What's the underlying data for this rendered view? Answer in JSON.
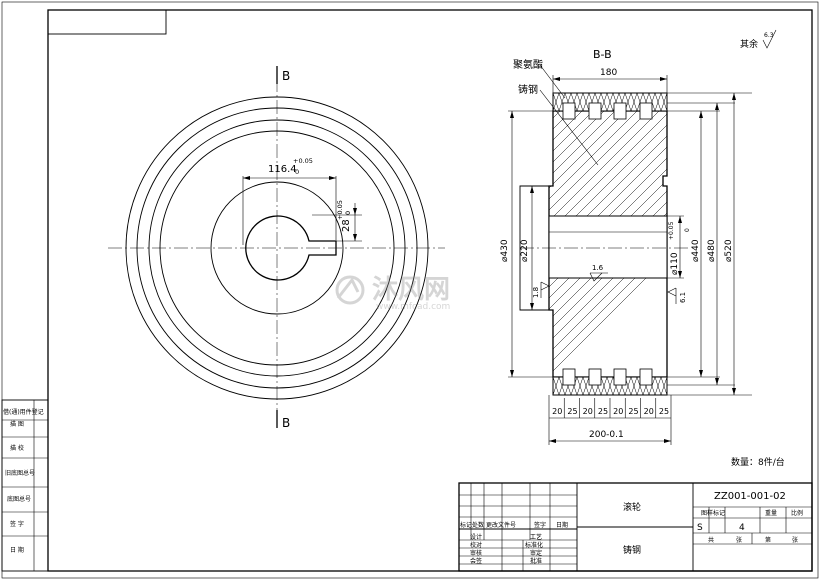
{
  "section_label": "B-B",
  "cut_mark": "B",
  "roughness_note": {
    "text": "其余",
    "value": "6.3"
  },
  "front_view": {
    "keyway_width": {
      "value": "116.4",
      "tol_upper": "+0.05",
      "tol_lower": "0"
    },
    "keyway_depth": {
      "value": "28",
      "tol_upper": "+0.05",
      "tol_lower": "0"
    }
  },
  "section_view": {
    "callout_rubber": "聚氨酯",
    "callout_steel": "铸钢",
    "dim_top_width": "180",
    "dim_bottom_width": "200-0.1",
    "groove_widths": [
      "20",
      "25",
      "20",
      "25",
      "20",
      "25",
      "20",
      "25"
    ],
    "dims_left": [
      "⌀430",
      "⌀220"
    ],
    "dims_right": [
      "⌀110",
      "⌀440",
      "⌀480",
      "⌀520"
    ],
    "bore_tol": {
      "upper": "+0.05",
      "lower": "0"
    },
    "roughness_marks": [
      "1.6",
      "1.8",
      "6.1"
    ]
  },
  "quantity_note": "数量：8件/台",
  "watermark": {
    "brand": "沐风网",
    "url": "www.mfcad.com"
  },
  "side_table": {
    "rows": [
      "借(通)用件登记",
      "描 图",
      "描 校",
      "旧底图总号",
      "底图总号",
      "签 字",
      "日 期"
    ]
  },
  "title_block": {
    "drawing_number": "ZZ001-001-02",
    "part_name": "滚轮",
    "material": "铸钢",
    "header_labels": [
      "图样标记",
      "重量",
      "比例"
    ],
    "stage_mark": "S",
    "quantity": "4",
    "sheet_labels": [
      "共",
      "张",
      "第",
      "张"
    ],
    "revision_headers": [
      "标记",
      "处数",
      "更改文件号",
      "签字",
      "日期"
    ],
    "sign_labels": [
      "设计",
      "校对",
      "审核",
      "工艺",
      "标准化",
      "会签",
      "审定",
      "批准"
    ]
  }
}
